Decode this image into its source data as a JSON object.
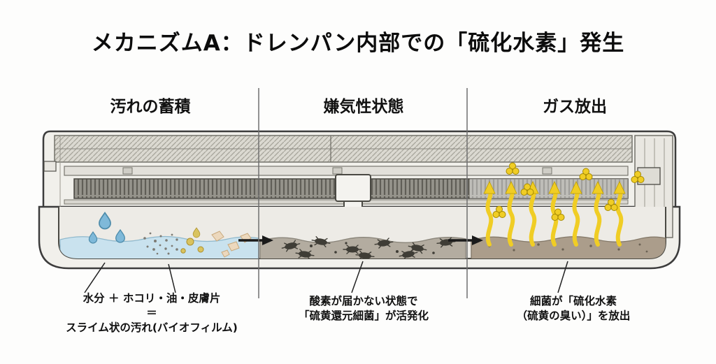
{
  "title": "メカニズムA：ドレンパン内部での「硫化水素」発生",
  "stages": [
    {
      "label": "汚れの蓄積",
      "caption_lines": [
        "水分 ＋ ホコリ・油・皮膚片",
        "＝",
        "スライム状の汚れ(バイオフィルム)"
      ]
    },
    {
      "label": "嫌気性状態",
      "caption_lines": [
        "酸素が届かない状態で",
        "「硫黄還元細菌」が活発化"
      ]
    },
    {
      "label": "ガス放出",
      "caption_lines": [
        "細菌が「硫化水素",
        "（硫黄の臭い）」を放出"
      ]
    }
  ],
  "colors": {
    "bg": "#fdfdfc",
    "text": "#111111",
    "casing": "#f1f0eb",
    "line": "#3c3c3c",
    "water": "#c9e2ee",
    "droplet": "#7fb9d9",
    "oil": "#d9c35e",
    "flake": "#ecd8bd",
    "sludge-gray": "#b3aca0",
    "sludge-brown": "#ab9d8b",
    "bacteria": "#3f3d36",
    "gas-yellow": "#f0cd25"
  }
}
